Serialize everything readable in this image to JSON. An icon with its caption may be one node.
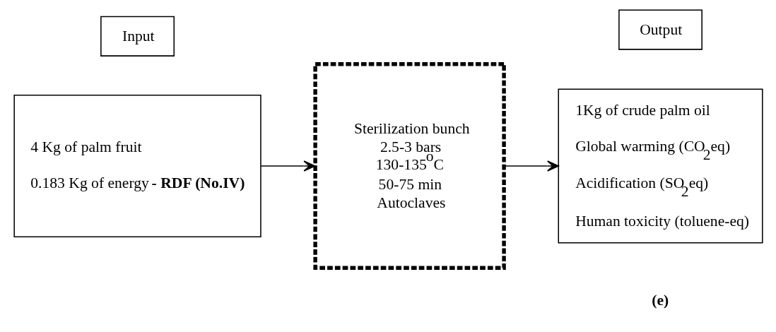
{
  "diagram": {
    "nodes": [
      {
        "text": [
          "Input"
        ]
      },
      {
        "text": [
          "Output"
        ]
      },
      {
        "text": [
          "4 Kg of palm fruit",
          "0.183 Kg of energy **- RDF (No.IV)**"
        ]
      },
      {
        "text": [
          "Sterilization bunch",
          "2.5-3 bars",
          "130-135$^{o}$C",
          "50-75 min",
          "Autoclaves"
        ]
      },
      {
        "text": [
          "1Kg of crude palm oil",
          "Global warming (CO$_{2}$eq)",
          "Acidification (SO$_{2}$eq)",
          "Human toxicity (toluene-eq)"
        ]
      }
    ],
    "edges": [
      {
        "from": 2,
        "to": 3,
        "arrow": "to"
      },
      {
        "from": 3,
        "to": 4,
        "arrow": "to"
      }
    ],
    "labels": [
      "(e)"
    ]
  }
}
